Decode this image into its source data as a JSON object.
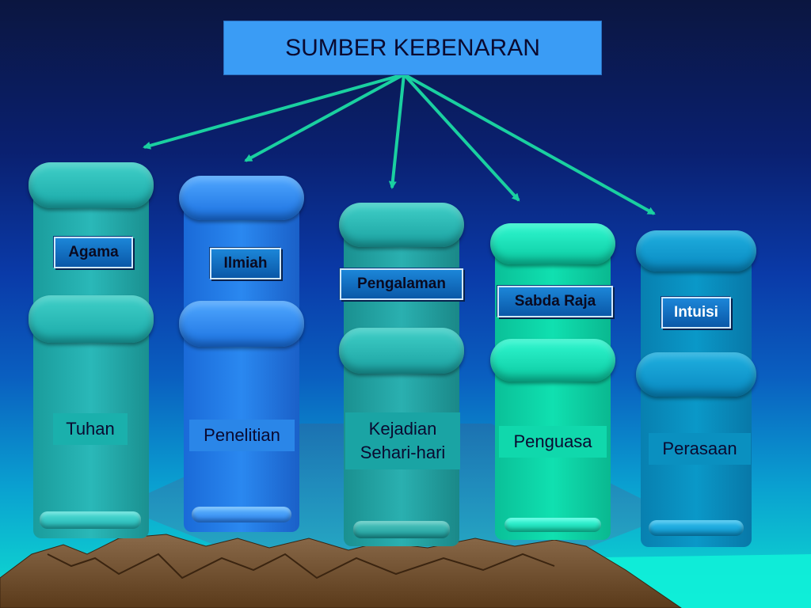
{
  "diagram": {
    "title": "SUMBER KEBENARAN",
    "sources": [
      {
        "label": "Agama",
        "example": "Tuhan"
      },
      {
        "label": "Ilmiah",
        "example": "Penelitian"
      },
      {
        "label": "Pengalaman",
        "example": "Kejadian\nSehari-hari"
      },
      {
        "label": "Sabda Raja",
        "example": "Penguasa"
      },
      {
        "label": "Intuisi",
        "example": "Perasaan"
      }
    ]
  },
  "colors": {
    "title_box": "#3a9cf5",
    "arrow": "#1ad0a0",
    "pillar_teal": "#2ab8b8",
    "pillar_blue": "#2a88f0",
    "pillar_mint": "#10e0b0",
    "pillar_cyan": "#0a98c8",
    "mountain": "#6a4a2a"
  }
}
